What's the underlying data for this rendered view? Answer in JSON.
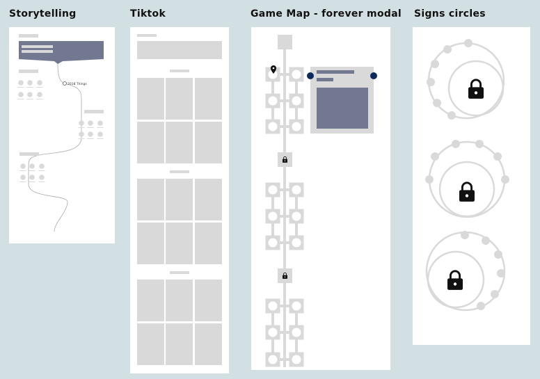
{
  "boards": [
    {
      "title": "Storytelling"
    },
    {
      "title": "Tiktok"
    },
    {
      "title": "Game Map - forever modal"
    },
    {
      "title": "Signs circles"
    }
  ],
  "storytelling": {
    "milestone_label": "2018 Things"
  },
  "colors": {
    "background": "#d2e0e3",
    "panel": "#ffffff",
    "placeholder": "#d9d9d9",
    "dark": "#727890",
    "accent": "#0d2a5c",
    "lock": "#111111"
  }
}
